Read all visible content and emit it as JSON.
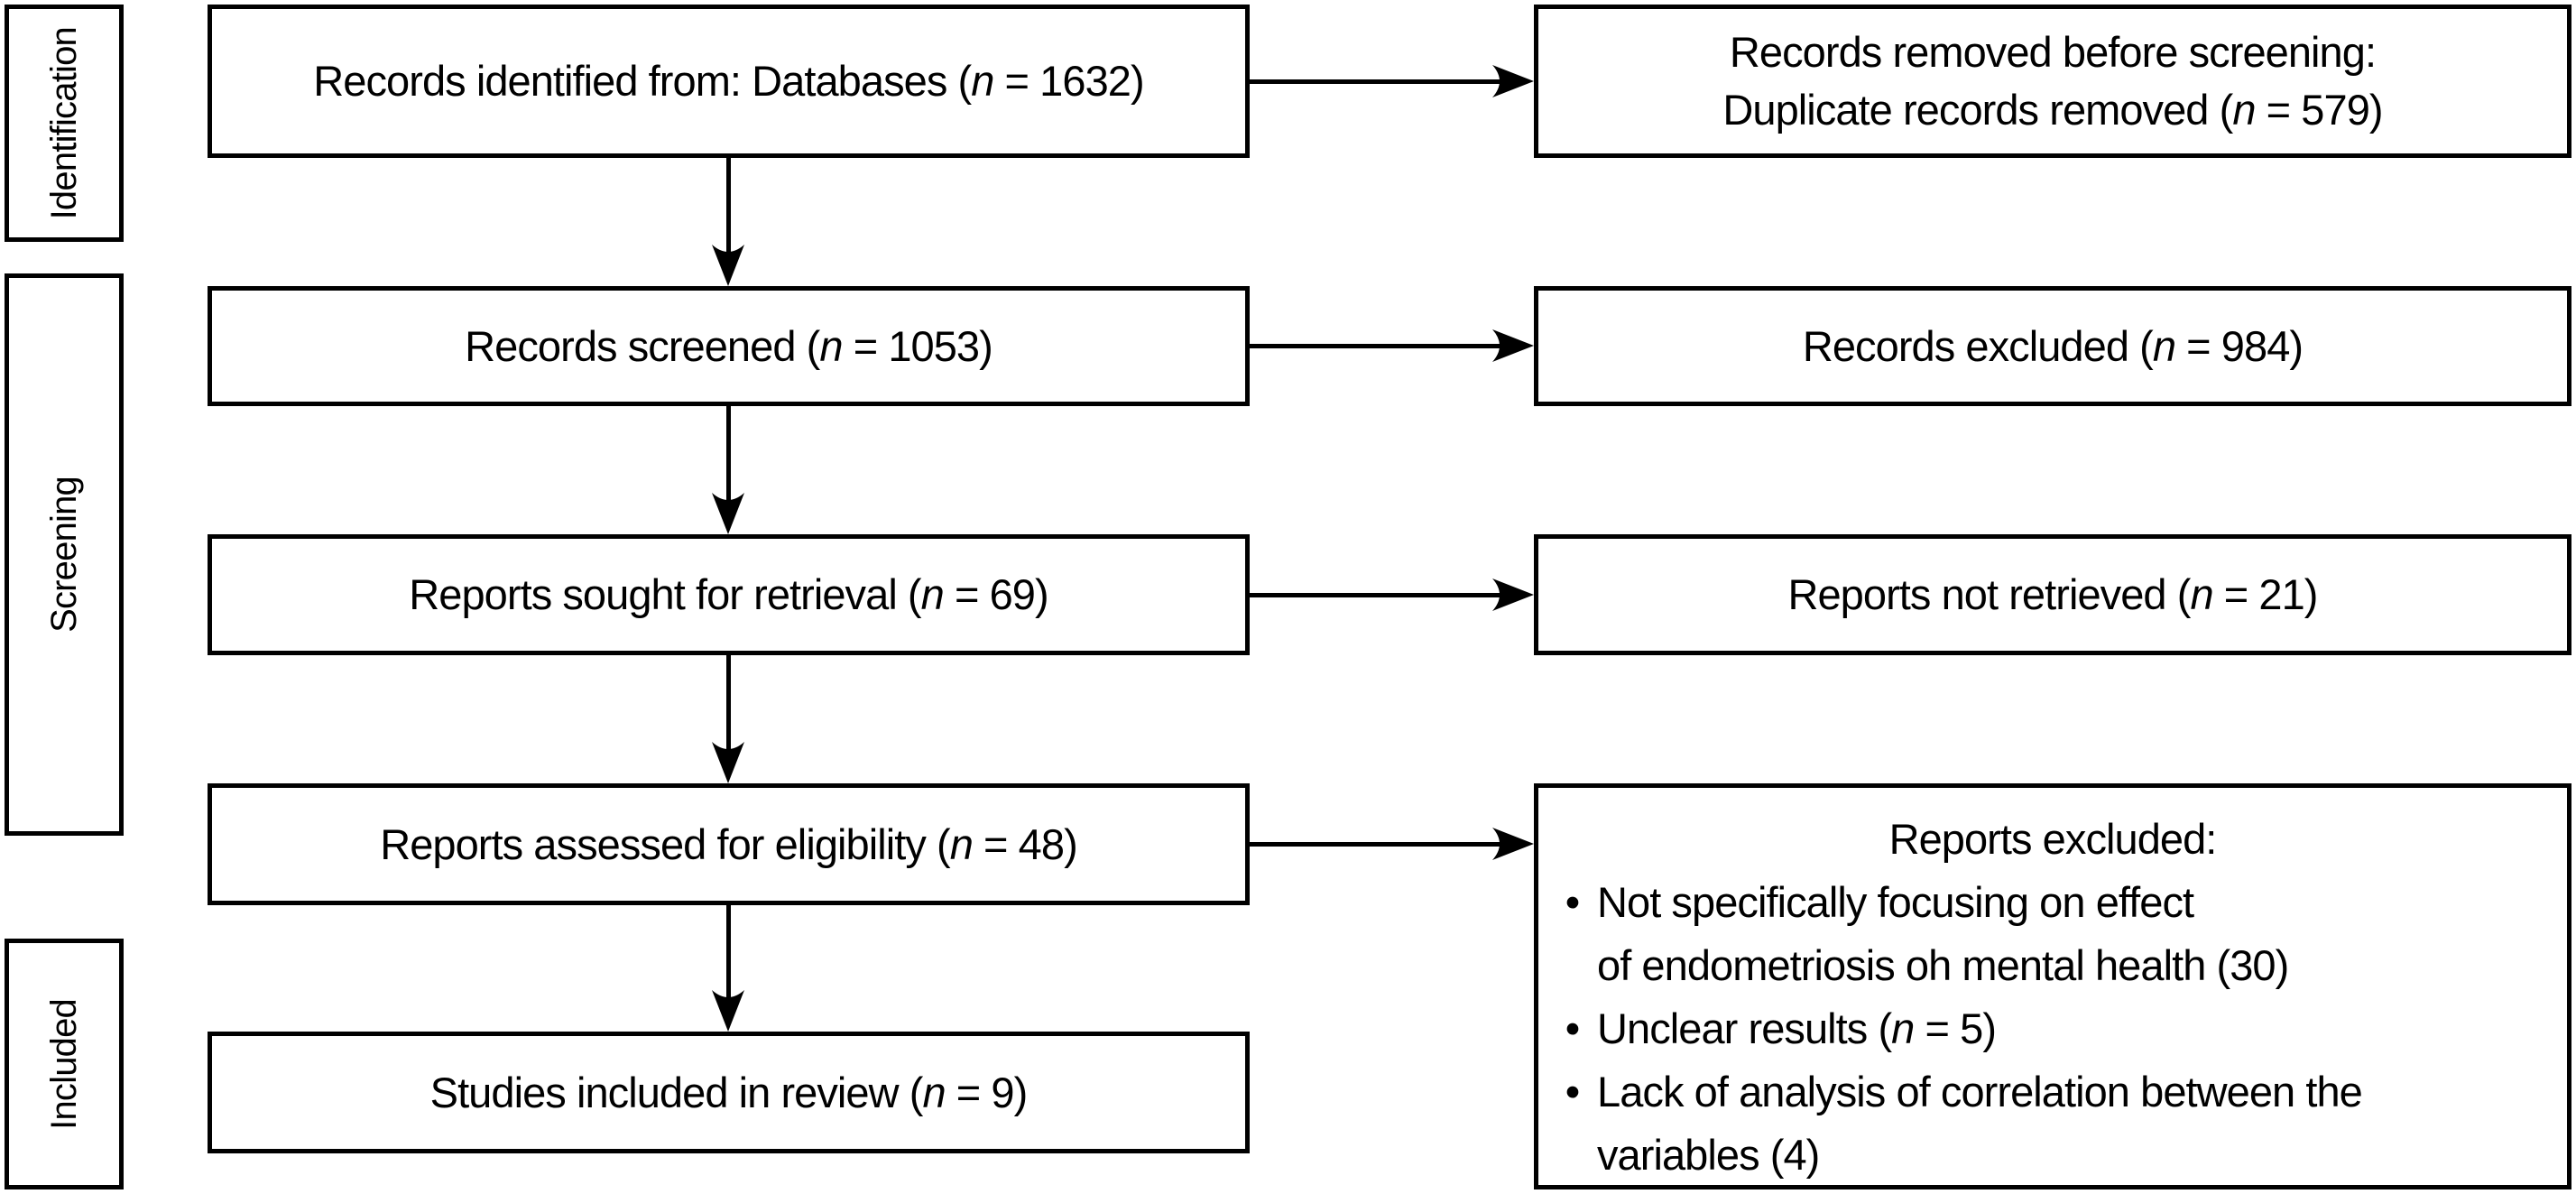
{
  "colors": {
    "ink": "#000000",
    "paper": "#ffffff"
  },
  "bullet_char": "•",
  "stages": [
    {
      "label": "Identification"
    },
    {
      "label": "Screening"
    },
    {
      "label": "Included"
    }
  ],
  "left_boxes": [
    {
      "lines": [
        [
          {
            "t": "Records identified from: Databases ("
          },
          {
            "t": "n",
            "i": true
          },
          {
            "t": " = 1632)"
          }
        ]
      ]
    },
    {
      "lines": [
        [
          {
            "t": "Records screened ("
          },
          {
            "t": "n",
            "i": true
          },
          {
            "t": " = 1053)"
          }
        ]
      ]
    },
    {
      "lines": [
        [
          {
            "t": "Reports sought for retrieval ("
          },
          {
            "t": "n",
            "i": true
          },
          {
            "t": " = 69)"
          }
        ]
      ]
    },
    {
      "lines": [
        [
          {
            "t": "Reports assessed for eligibility ("
          },
          {
            "t": "n",
            "i": true
          },
          {
            "t": " = 48)"
          }
        ]
      ]
    },
    {
      "lines": [
        [
          {
            "t": "Studies included in review ("
          },
          {
            "t": "n",
            "i": true
          },
          {
            "t": " = 9)"
          }
        ]
      ]
    }
  ],
  "right_boxes": [
    {
      "lines": [
        [
          {
            "t": "Records removed before screening:"
          }
        ],
        [
          {
            "t": "Duplicate records removed ("
          },
          {
            "t": "n",
            "i": true
          },
          {
            "t": " = 579)"
          }
        ]
      ]
    },
    {
      "lines": [
        [
          {
            "t": "Records excluded ("
          },
          {
            "t": "n",
            "i": true
          },
          {
            "t": " = 984)"
          }
        ]
      ]
    },
    {
      "lines": [
        [
          {
            "t": "Reports not retrieved ("
          },
          {
            "t": "n",
            "i": true
          },
          {
            "t": " = 21)"
          }
        ]
      ]
    },
    {
      "title_lines": [
        [
          {
            "t": "Reports excluded:"
          }
        ]
      ],
      "bullets": [
        {
          "lines": [
            [
              {
                "t": "Not specifically focusing on effect"
              }
            ],
            [
              {
                "t": "of endometriosis oh mental health (30)"
              }
            ]
          ]
        },
        {
          "lines": [
            [
              {
                "t": "Unclear results ("
              },
              {
                "t": "n",
                "i": true
              },
              {
                "t": " = 5)"
              }
            ]
          ]
        },
        {
          "lines": [
            [
              {
                "t": "Lack of analysis of correlation between the"
              }
            ],
            [
              {
                "t": "variables (4)"
              }
            ]
          ]
        }
      ]
    }
  ]
}
